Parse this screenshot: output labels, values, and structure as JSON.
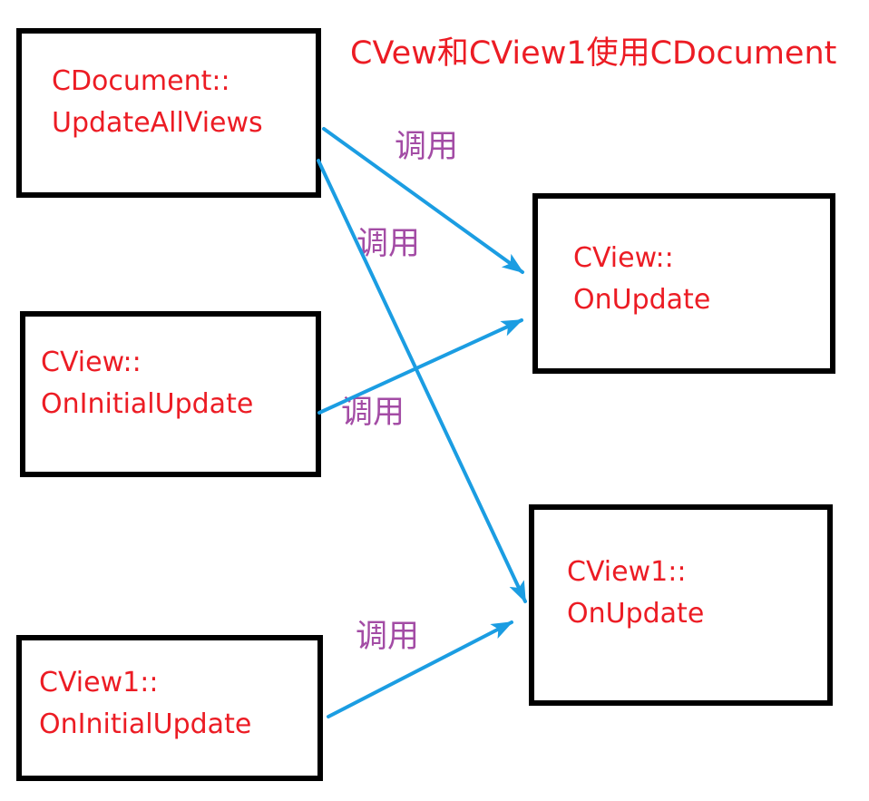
{
  "title": {
    "text": "CVew和CView1使用CDocument"
  },
  "colors": {
    "text_red": "#EC1C24",
    "arrow_blue": "#1B9DE2",
    "label_purple": "#A34CA5",
    "box_border": "#000000",
    "background": "#FFFFFF"
  },
  "boxes": [
    {
      "id": "cdocument-updateallviews",
      "line1": "CDocument::",
      "line2": "UpdateAllViews"
    },
    {
      "id": "cview-oninitialupdate",
      "line1": "CView::",
      "line2": "OnInitialUpdate"
    },
    {
      "id": "cview1-oninitialupdate",
      "line1": "CView1::",
      "line2": "OnInitialUpdate"
    },
    {
      "id": "cview-onupdate",
      "line1": "CView::",
      "line2": "OnUpdate"
    },
    {
      "id": "cview1-onupdate",
      "line1": "CView1::",
      "line2": "OnUpdate"
    }
  ],
  "arrows": [
    {
      "from": "cdocument-updateallviews",
      "to": "cview-onupdate",
      "label": "调用"
    },
    {
      "from": "cdocument-updateallviews",
      "to": "cview1-onupdate",
      "label": "调用"
    },
    {
      "from": "cview-oninitialupdate",
      "to": "cview-onupdate",
      "label": "调用"
    },
    {
      "from": "cview1-oninitialupdate",
      "to": "cview1-onupdate",
      "label": "调用"
    }
  ]
}
